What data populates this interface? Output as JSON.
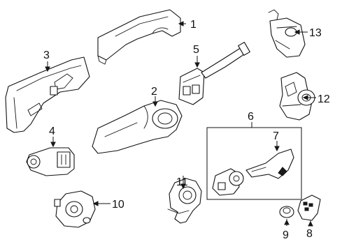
{
  "diagram": {
    "callouts": [
      {
        "id": "1",
        "label": "1"
      },
      {
        "id": "2",
        "label": "2"
      },
      {
        "id": "3",
        "label": "3"
      },
      {
        "id": "4",
        "label": "4"
      },
      {
        "id": "5",
        "label": "5"
      },
      {
        "id": "6",
        "label": "6"
      },
      {
        "id": "7",
        "label": "7"
      },
      {
        "id": "8",
        "label": "8"
      },
      {
        "id": "9",
        "label": "9"
      },
      {
        "id": "10",
        "label": "10"
      },
      {
        "id": "11",
        "label": "11"
      },
      {
        "id": "12",
        "label": "12"
      },
      {
        "id": "13",
        "label": "13"
      }
    ],
    "colors": {
      "line": "#111111",
      "background": "#ffffff"
    }
  }
}
